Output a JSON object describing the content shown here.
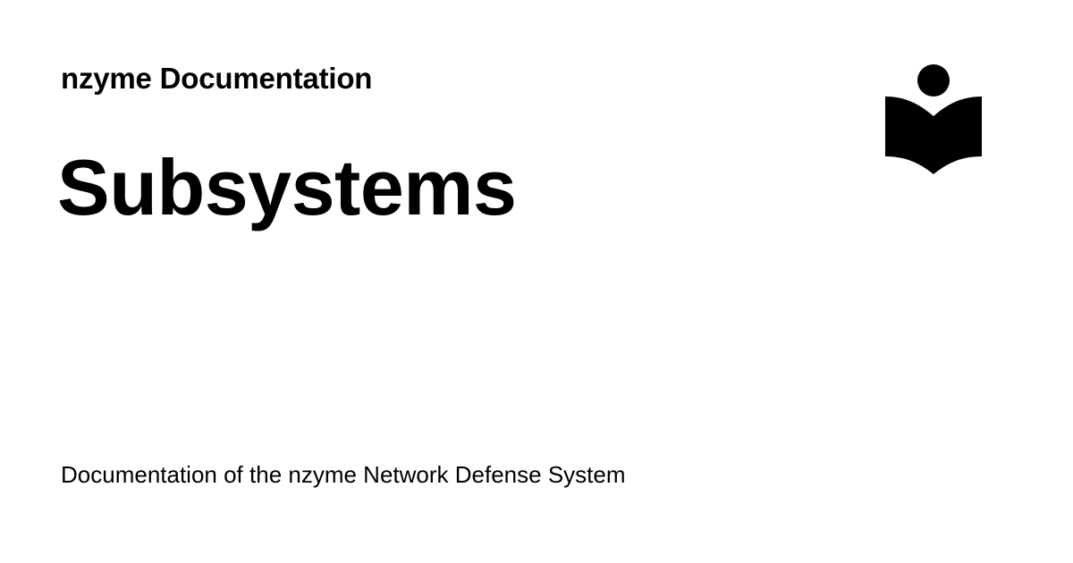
{
  "site": {
    "title": "nzyme Documentation",
    "logo_icon": "book-reader-icon"
  },
  "page": {
    "title": "Subsystems",
    "description": "Documentation of the nzyme Network Defense System"
  },
  "colors": {
    "background": "#ffffff",
    "text": "#000000"
  }
}
